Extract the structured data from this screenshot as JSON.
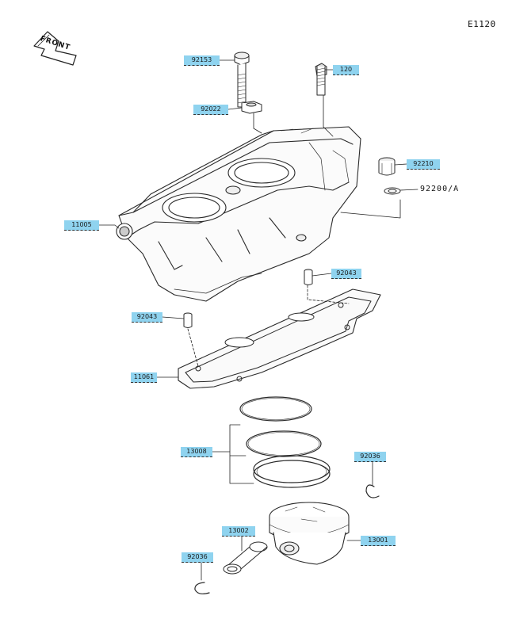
{
  "diagram": {
    "diagram_id": "E1120",
    "front_label": "FRONT",
    "parts": {
      "bolt": "92153",
      "stud": "120",
      "washer": "92022",
      "cylinder": "11005",
      "cap": "92210",
      "oring": "92200/A",
      "dowel_right": "92043",
      "dowel_left": "92043",
      "gasket": "11061",
      "rings": "13008",
      "circlip_right": "92036",
      "piston_pin": "13002",
      "piston": "13001",
      "circlip_left": "92036"
    }
  },
  "colors": {
    "label_bg": "#8fd3ef",
    "line": "#222222",
    "drawing": "#2a2a2a"
  }
}
